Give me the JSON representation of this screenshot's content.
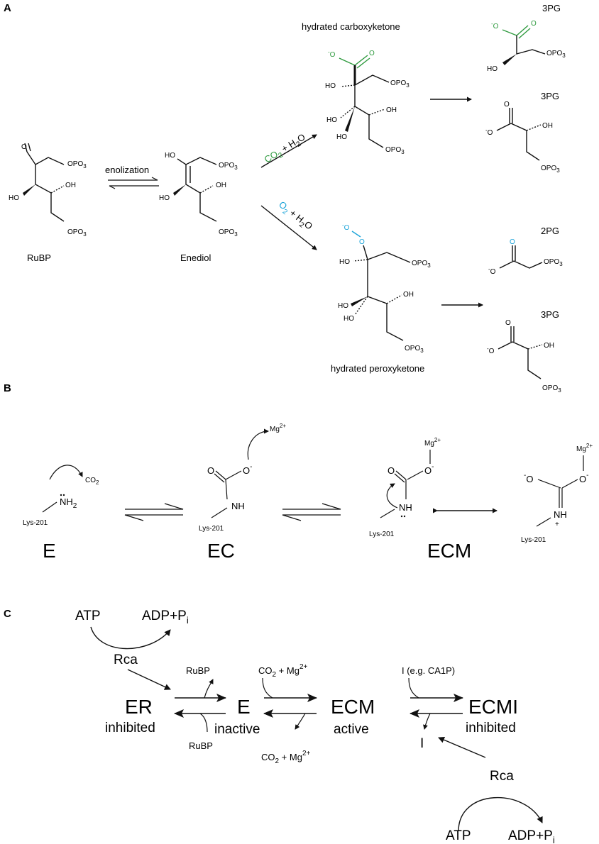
{
  "colors": {
    "co2_green": "#2e9a3e",
    "o2_blue": "#1aa3d9",
    "ink": "#111111"
  },
  "panels": {
    "a": "A",
    "b": "B",
    "c": "C"
  },
  "a": {
    "rubp": "RuBP",
    "enediol": "Enediol",
    "enolization": "enolization",
    "hydrated_carboxyketone": "hydrated carboxyketone",
    "hydrated_peroxyketone": "hydrated peroxyketone",
    "co2": "CO",
    "h2o": "H",
    "o2": "O",
    "two": "2",
    "plus": " + ",
    "o": "O",
    "pg3": "3PG",
    "pg2": "2PG",
    "ho": "HO",
    "oh": "OH",
    "opo3": "OPO",
    "three": "3"
  },
  "b": {
    "e": "E",
    "ec": "EC",
    "ecm": "ECM",
    "lys": "Lys-201",
    "nh": "NH",
    "nh2": "NH",
    "two": "2",
    "o": "O",
    "co2": "CO",
    "mg": "Mg",
    "mg_charge": "2+",
    "minus": "-",
    "plus": "+"
  },
  "c": {
    "atp": "ATP",
    "adp": "ADP+P",
    "i_sub": "i",
    "rca": "Rca",
    "rubp": "RuBP",
    "er": "ER",
    "inhibited": "inhibited",
    "e": "E",
    "inactive": "inactive",
    "ecm": "ECM",
    "active": "active",
    "ecmi": "ECMI",
    "co2_mg": "CO",
    "two": "2",
    "mg_part": " + Mg",
    "mg_charge": "2+",
    "i_eg": "I (e.g. CA1P)",
    "i": "I"
  }
}
